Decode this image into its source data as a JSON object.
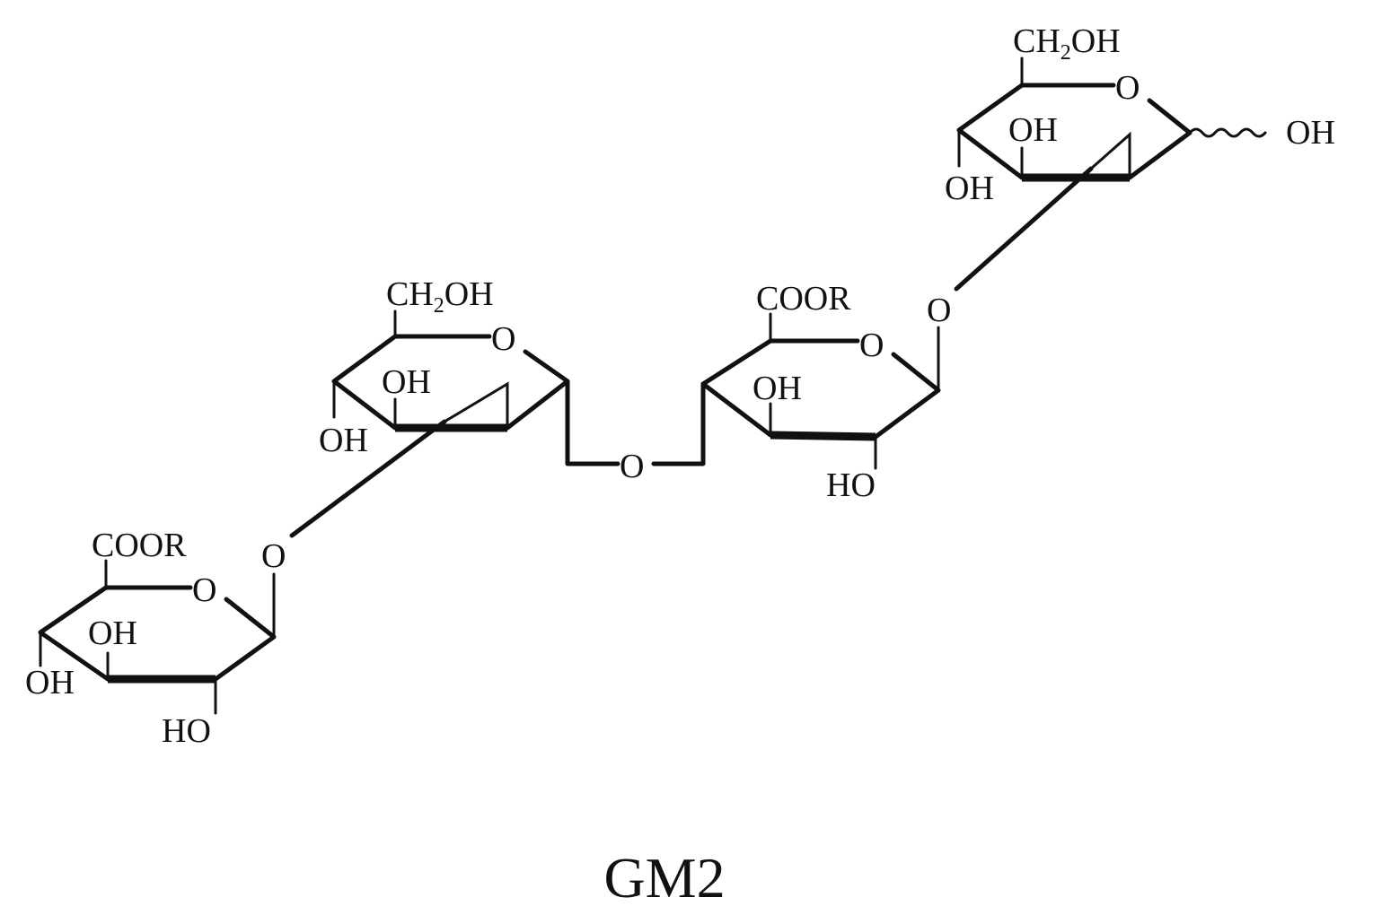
{
  "caption": "GM2",
  "labels": {
    "ch2oh_prefix": "CH",
    "ch2oh_sub": "2",
    "ch2oh_suffix": "OH",
    "oh": "OH",
    "ho": "HO",
    "o": "O",
    "coor": "COOR"
  },
  "colors": {
    "ink": "#111111",
    "background": "#ffffff"
  }
}
